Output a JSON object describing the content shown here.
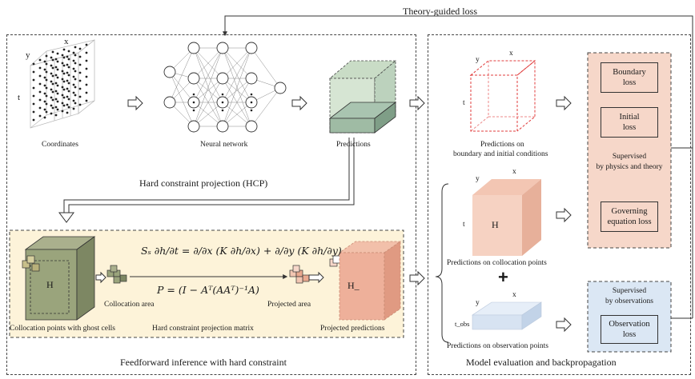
{
  "top_label": "Theory-guided loss",
  "left_panel": {
    "hcp_title": "Hard constraint projection (HCP)",
    "bottom_title": "Feedforward inference with hard constraint",
    "coordinates": {
      "label": "Coordinates",
      "axis_x": "x",
      "axis_y": "y",
      "axis_t": "t"
    },
    "neural_network": {
      "label": "Neural network"
    },
    "predictions": {
      "label": "Predictions"
    },
    "hcp_box": {
      "cube_label": "H",
      "collocation_points_label": "Collocation points with ghost cells",
      "collocation_area_label": "Collocation area",
      "matrix_label": "Hard constraint projection matrix",
      "projected_area_label": "Projected area",
      "projected_predictions_label": "Projected predictions",
      "projected_cube_label": "H_",
      "equation_1": "Sₛ ∂h/∂t = ∂/∂x (K ∂h/∂x) + ∂/∂y (K ∂h/∂y)",
      "equation_2": "P = (I − Aᵀ(AAᵀ)⁻¹A)"
    }
  },
  "right_panel": {
    "title": "Model evaluation and backpropagation",
    "boundary_cube": {
      "axis_x": "x",
      "axis_y": "y",
      "axis_t": "t",
      "label_1": "Predictions on",
      "label_2": "boundary and initial conditions"
    },
    "collocation_cube": {
      "axis_x": "x",
      "axis_y": "y",
      "axis_t": "t",
      "cube_label": "H",
      "label": "Predictions on collocation points"
    },
    "plus": "+",
    "observation_cube": {
      "axis_x": "x",
      "axis_y": "y",
      "axis_t": "t_obs",
      "label": "Predictions on observation points"
    },
    "physics_group": {
      "boundary_loss_1": "Boundary",
      "boundary_loss_2": "loss",
      "initial_loss_1": "Initial",
      "initial_loss_2": "loss",
      "supervised_1": "Supervised",
      "supervised_2": "by physics and theory",
      "governing_1": "Governing",
      "governing_2": "equation loss"
    },
    "observation_group": {
      "supervised_1": "Supervised",
      "supervised_2": "by observations",
      "observation_loss_1": "Observation",
      "observation_loss_2": "loss"
    }
  },
  "colors": {
    "hcp_bg": "#fdf3d9",
    "loss_bg": "#f6d7c9",
    "obs_bg": "#dbe7f4",
    "predictions_cube": "#b5cdb8",
    "collocation_cube": "#8e9870",
    "projected_cube": "#e9a98f",
    "red_dashed": "#e03c3c"
  }
}
